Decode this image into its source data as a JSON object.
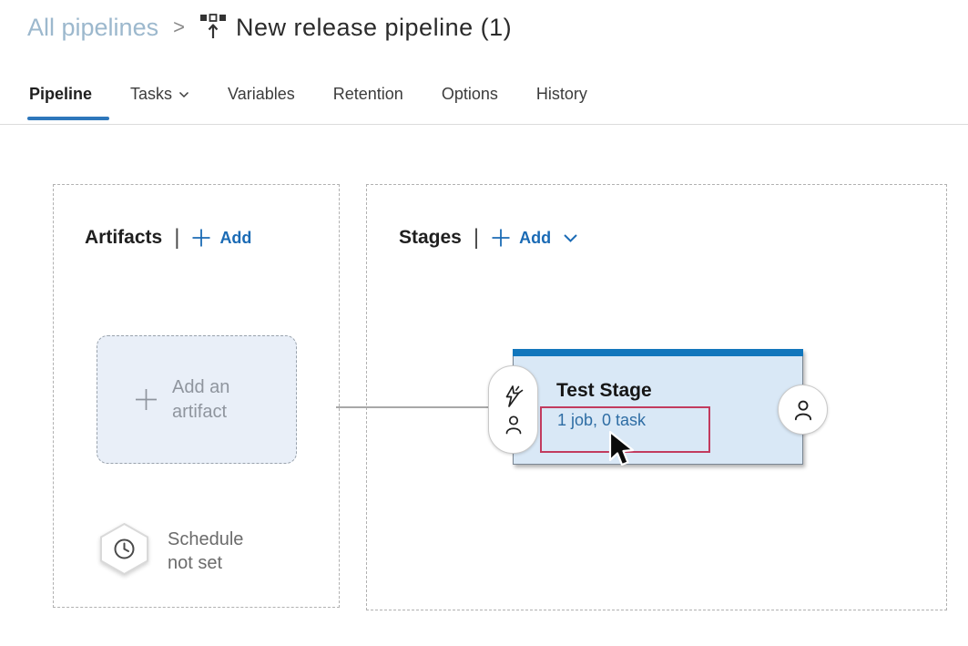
{
  "breadcrumb": {
    "parent": "All pipelines",
    "separator": ">",
    "title": "New release pipeline (1)"
  },
  "tabs": [
    {
      "label": "Pipeline",
      "active": true
    },
    {
      "label": "Tasks",
      "has_dropdown": true
    },
    {
      "label": "Variables"
    },
    {
      "label": "Retention"
    },
    {
      "label": "Options"
    },
    {
      "label": "History"
    }
  ],
  "artifacts_panel": {
    "title": "Artifacts",
    "separator": "|",
    "add_label": "Add",
    "add_artifact": {
      "line1": "Add an",
      "line2": "artifact"
    },
    "schedule": {
      "line1": "Schedule",
      "line2": "not set"
    }
  },
  "stages_panel": {
    "title": "Stages",
    "separator": "|",
    "add_label": "Add",
    "stage": {
      "name": "Test Stage",
      "meta": "1 job, 0 task"
    }
  },
  "icons": {
    "breadcrumb_item": "release-pipeline-icon",
    "tasks_dropdown": "chevron-down-icon",
    "add": "plus-icon",
    "stages_add_dropdown": "chevron-down-icon",
    "schedule_badge": "clock-in-hexagon-icon",
    "stage_pre_deploy": "lightning-icon + person-icon",
    "stage_post_deploy": "person-icon",
    "pointer": "mouse-cursor-arrow"
  },
  "colors": {
    "accent_blue": "#1b6bb5",
    "tab_underline_blue": "#2e77bb",
    "stage_header_bar_blue": "#1176bc",
    "stage_card_bg": "#d9e8f6",
    "artifact_box_bg": "#e9eff8",
    "link_blue": "#2e6da4",
    "annotation_red": "#c23b5e",
    "breadcrumb_link": "#9cb8cd"
  }
}
